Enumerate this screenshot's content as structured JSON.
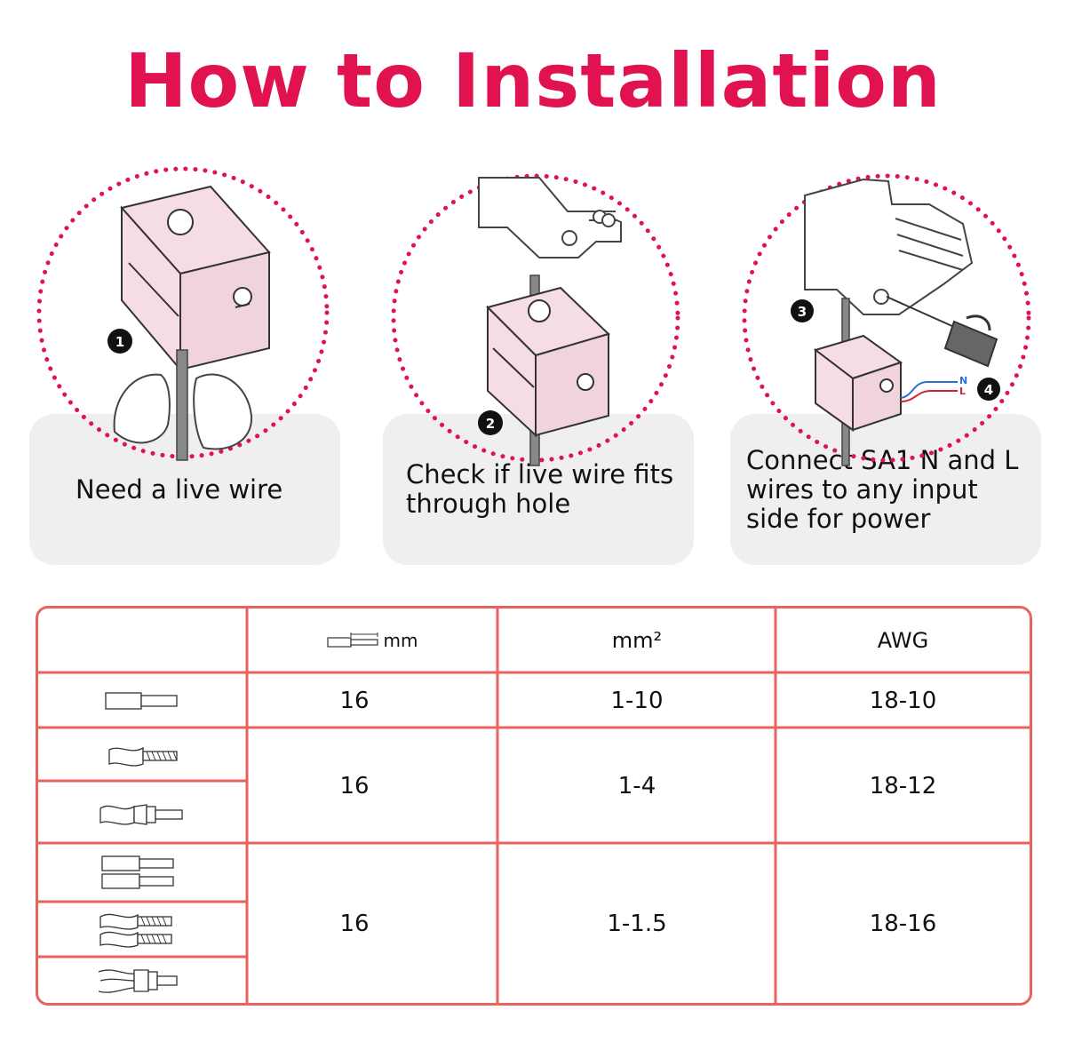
{
  "title": "How to Installation",
  "steps": [
    {
      "number": "1",
      "caption": "Need a live wire"
    },
    {
      "number": "2",
      "caption": "Check if live wire fits through hole"
    },
    {
      "number": "3",
      "caption": "Connect SA1 N and L wires to any input side for power"
    }
  ],
  "step3_extra_badge": "4",
  "wire_labels": {
    "neutral": "N",
    "live": "L"
  },
  "colors": {
    "accent": "#e0124f",
    "table_border": "#e8625f",
    "card_bg": "#efefef",
    "device_fill": "#f6dce4"
  },
  "table": {
    "headers": [
      "mm",
      "mm²",
      "AWG"
    ],
    "rows": [
      {
        "icons": [
          "solid-wire-icon"
        ],
        "strip_mm": "16",
        "mm2": "1-10",
        "awg": "18-10"
      },
      {
        "icons": [
          "stranded-wire-icon",
          "ferrule-wire-icon"
        ],
        "strip_mm": "16",
        "mm2": "1-4",
        "awg": "18-12"
      },
      {
        "icons": [
          "double-solid-wire-icon",
          "double-stranded-wire-icon",
          "twin-ferrule-wire-icon"
        ],
        "strip_mm": "16",
        "mm2": "1-1.5",
        "awg": "18-16"
      }
    ]
  }
}
